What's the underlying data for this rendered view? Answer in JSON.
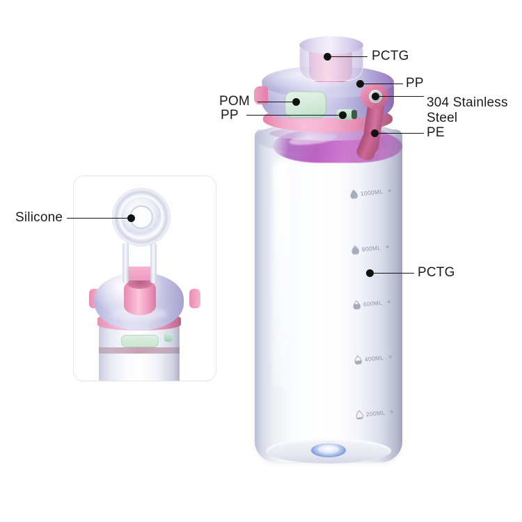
{
  "diagram": {
    "title": "Water Bottle Material Callout Diagram",
    "background_color": "#ffffff",
    "callouts": [
      {
        "id": "pctg-cap",
        "label": "PCTG",
        "side": "right"
      },
      {
        "id": "pp-dome",
        "label": "PP",
        "side": "right"
      },
      {
        "id": "stainless",
        "label": "304 Stainless Steel",
        "side": "right"
      },
      {
        "id": "pe-handle",
        "label": "PE",
        "side": "right"
      },
      {
        "id": "pom-button",
        "label": "POM",
        "side": "left"
      },
      {
        "id": "pp-band",
        "label": "PP",
        "side": "left"
      },
      {
        "id": "pctg-body",
        "label": "PCTG",
        "side": "right"
      },
      {
        "id": "silicone-inset",
        "label": "Silicone",
        "side": "left"
      }
    ],
    "volume_marks": [
      {
        "value": "1000ML",
        "fill": 1.0
      },
      {
        "value": "800ML",
        "fill": 0.8
      },
      {
        "value": "600ML",
        "fill": 0.6
      },
      {
        "value": "400ML",
        "fill": 0.4
      },
      {
        "value": "200ML",
        "fill": 0.15
      }
    ],
    "colors": {
      "cap_body": "#c4c1e6",
      "pink_band": "#f2a6c6",
      "handle": "#c4618c",
      "green_button": "#d3ead9",
      "spout": "#ef a8c9",
      "bottle_glass": "#f2f3f9",
      "base_accent": "#3f63b4",
      "leader_line": "#111111",
      "inset_border": "#e6e6ea"
    }
  }
}
